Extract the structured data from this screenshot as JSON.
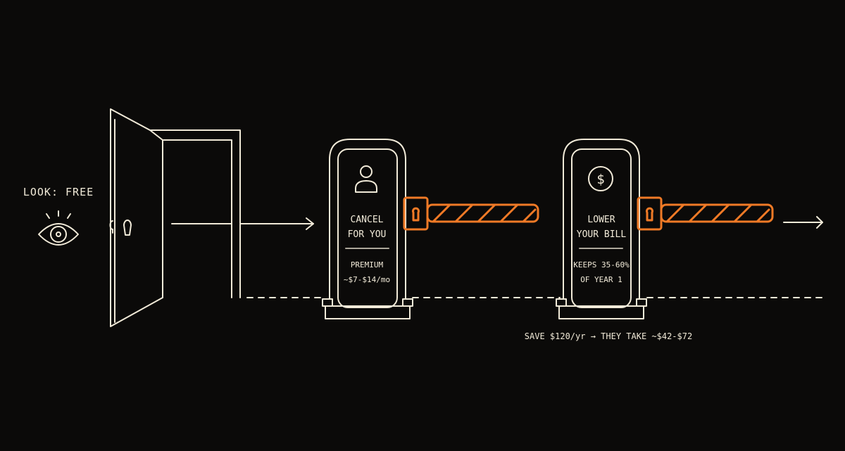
{
  "look_label": "LOOK: FREE",
  "gates": [
    {
      "line1": "CANCEL",
      "line2": "FOR YOU",
      "detail1": "PREMIUM",
      "detail2": "~$7-$14/mo",
      "icon": "person-icon"
    },
    {
      "line1": "LOWER",
      "line2": "YOUR BILL",
      "detail1": "KEEPS 35-60%",
      "detail2": "OF YEAR 1",
      "icon": "dollar-coin-icon"
    }
  ],
  "savings_note": "SAVE $120/yr → THEY TAKE ~$42-$72",
  "colors": {
    "background": "#0b0a09",
    "line": "#f1ead8",
    "accent": "#f07a26"
  }
}
